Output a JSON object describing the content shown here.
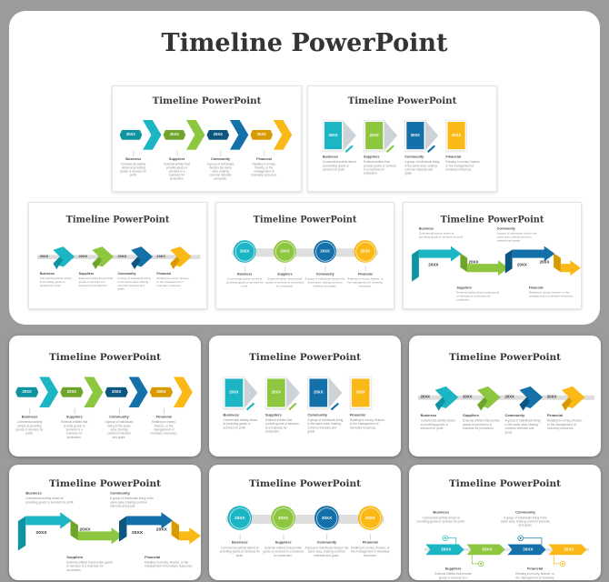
{
  "page": {
    "title": "Timeline PowerPoint",
    "background_color": "#9B9B9B",
    "panel_color": "#FFFFFF"
  },
  "slide": {
    "title": "Timeline PowerPoint"
  },
  "steps": [
    {
      "year": "20XX",
      "label": "Business",
      "desc": "Commercial activity aimed at providing goods or services for profit.",
      "color": "#1CB5C4",
      "color_dark": "#0E93A0"
    },
    {
      "year": "20XX",
      "label": "Suppliers",
      "desc": "External entities that provide goods or services to a business for production.",
      "color": "#8DC63F",
      "color_dark": "#6FA52B"
    },
    {
      "year": "20XX",
      "label": "Community",
      "desc": "A group of individuals living in the same area, sharing common interests and goals.",
      "color": "#1470A8",
      "color_dark": "#0D567F"
    },
    {
      "year": "20XX",
      "label": "Financial",
      "desc": "Relating to money, finance, or the management of monetary resources.",
      "color": "#FBB917",
      "color_dark": "#D79A00"
    }
  ],
  "neutral": {
    "band": "#DDDDDD",
    "triangle": "#CDD2D6",
    "tick": "#C4C4C4"
  },
  "layout": {
    "preview_row_1": [
      "chevron",
      "rect"
    ],
    "preview_row_2": [
      "arrow3d",
      "circles",
      "zigzag"
    ],
    "cards_row_1": [
      "chevron",
      "rect",
      "arrow3d"
    ],
    "cards_row_2": [
      "zigzag",
      "circles",
      "banner"
    ]
  }
}
